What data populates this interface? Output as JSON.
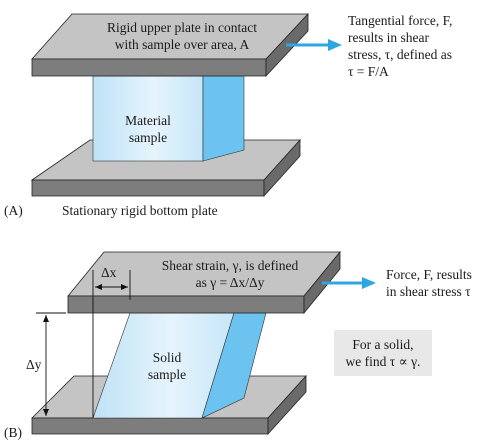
{
  "panelA": {
    "panel_label": "(A)",
    "top_plate_line1": "Rigid upper plate in contact",
    "top_plate_line2": "with sample over area, A",
    "force_line1": "Tangential force, F,",
    "force_line2": "results in shear",
    "force_line3": "stress, τ, defined as",
    "force_line4": "τ = F/A",
    "sample_line1": "Material",
    "sample_line2": "sample",
    "bottom_plate": "Stationary rigid bottom plate"
  },
  "panelB": {
    "panel_label": "(B)",
    "strain_line1": "Shear strain, γ, is defined",
    "strain_line2": "as γ = Δx/Δy",
    "dx_label": "Δx",
    "dy_label": "Δy",
    "force_line1": "Force, F, results",
    "force_line2": "in shear stress τ",
    "note_line1": "For a solid,",
    "note_line2": "we find τ ∝ γ.",
    "sample_line1": "Solid",
    "sample_line2": "sample"
  },
  "colors": {
    "plate_top": "#c4c4c4",
    "plate_side": "#7d7d7d",
    "sample_front": "#cfe9f8",
    "sample_side": "#6cc3ef",
    "arrow": "#2ea6e0",
    "note_bg": "#e8e8e8"
  }
}
